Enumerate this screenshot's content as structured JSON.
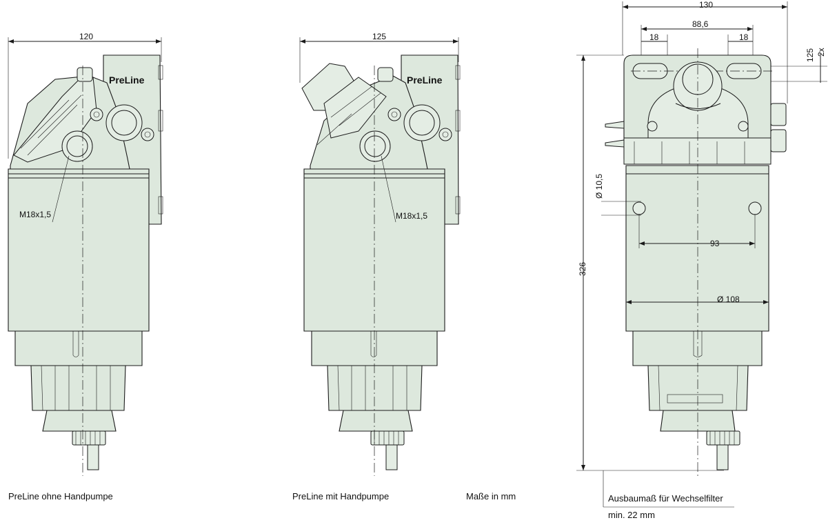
{
  "captions": {
    "left": "PreLine ohne Handpumpe",
    "middle": "PreLine mit Handpumpe",
    "units": "Maße in mm",
    "service_1": "Ausbaumaß für Wechselfilter",
    "service_2": "min. 22 mm"
  },
  "brand": {
    "logo_text": "PreLine"
  },
  "dimensions": {
    "left_width": "120",
    "left_thread": "M18x1,5",
    "mid_width": "125",
    "mid_thread": "M18x1,5",
    "right_total_width": "130",
    "right_hole_spacing": "88,6",
    "right_slot_left": "18",
    "right_slot_right": "18",
    "right_top_125": "125",
    "right_top_2x": "2x",
    "right_hole_dia": "Ø 10,5",
    "right_hole_distance": "93",
    "right_bowl_dia": "Ø 108",
    "right_height": "326"
  },
  "colors": {
    "body_fill": "#dde8dd",
    "line": "#1a1a1a"
  }
}
